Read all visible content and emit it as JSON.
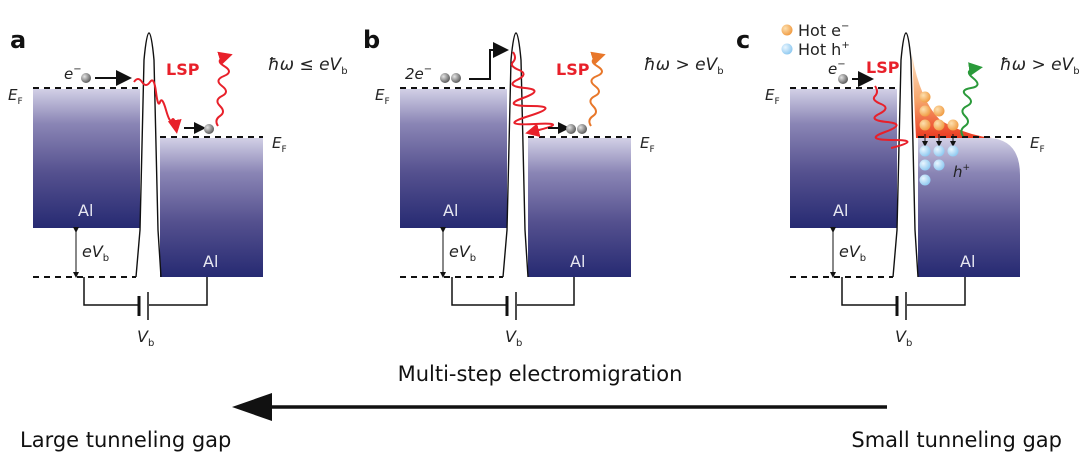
{
  "panels": [
    {
      "letter": "a",
      "electron_label": "e",
      "electron_sup": "−",
      "lsp_label": "LSP",
      "emission_label": "ħω ≤ eV",
      "emission_sub": "b",
      "emission_color": "#e8202a",
      "fermi_label": "E",
      "fermi_sub": "F",
      "metal_label": "Al",
      "bias_label": "eV",
      "bias_sub": "b",
      "battery_label": "V",
      "battery_sub": "b"
    },
    {
      "letter": "b",
      "electron_label": "2e",
      "electron_sup": "−",
      "lsp_label": "LSP",
      "emission_label": "ħω > eV",
      "emission_sub": "b",
      "emission_color": "#e8772a",
      "fermi_label": "E",
      "fermi_sub": "F",
      "metal_label": "Al",
      "bias_label": "eV",
      "bias_sub": "b",
      "battery_label": "V",
      "battery_sub": "b"
    },
    {
      "letter": "c",
      "electron_label": "e",
      "electron_sup": "−",
      "lsp_label": "LSP",
      "emission_label": "ħω > eV",
      "emission_sub": "b",
      "emission_color": "#2a9a3a",
      "fermi_label": "E",
      "fermi_sub": "F",
      "metal_label": "Al",
      "bias_label": "eV",
      "bias_sub": "b",
      "battery_label": "V",
      "battery_sub": "b",
      "legend": [
        {
          "label": "Hot e",
          "sup": "−",
          "color": "#f5a85a"
        },
        {
          "label": "Hot h",
          "sup": "+",
          "color": "#a8d8f5"
        }
      ],
      "hole_label": "h",
      "hole_sup": "+"
    }
  ],
  "arrow": {
    "title": "Multi-step electromigration",
    "left_label": "Large tunneling gap",
    "right_label": "Small tunneling gap",
    "direction": "right-to-left"
  },
  "colors": {
    "metal_top": "#c4c2dc",
    "metal_bottom": "#262a72",
    "lsp": "#e8202a",
    "hot_electron_region": "#f07a3a",
    "hot_electron_light": "#fbd5a8"
  }
}
